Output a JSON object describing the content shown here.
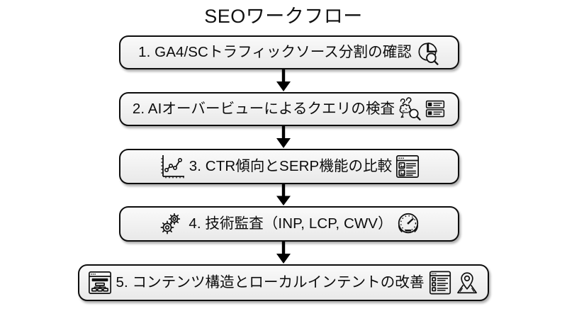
{
  "diagram": {
    "title": "SEOワークフロー",
    "type": "vertical-flowchart",
    "background_color": "#ffffff",
    "node_border_color": "#0d0d0d",
    "node_fill_color": "#f2f2f2",
    "text_color": "#111111",
    "arrow_color": "#000000",
    "steps": [
      {
        "number": "1.",
        "label": "1. GA4/SCトラフィックソース分割の確認",
        "icons_left": [],
        "icons_right": [
          "pie-chart-magnifier-icon"
        ]
      },
      {
        "number": "2.",
        "label": "2. AIオーバービューによるクエリの検査",
        "icons_left": [],
        "icons_right": [
          "brain-question-search-icon",
          "search-results-panel-icon"
        ]
      },
      {
        "number": "3.",
        "label": "3. CTR傾向とSERP機能の比較",
        "icons_left": [
          "line-chart-icon"
        ],
        "icons_right": [
          "serp-layout-icon"
        ]
      },
      {
        "number": "4.",
        "label": "4. 技術監査（INP, LCP, CWV）",
        "icons_left": [
          "gears-icon"
        ],
        "icons_right": [
          "speedometer-icon"
        ]
      },
      {
        "number": "5.",
        "label": "5. コンテンツ構造とローカルインテントの改善",
        "icons_left": [
          "sitemap-icon"
        ],
        "icons_right": [
          "article-list-icon",
          "map-pin-icon"
        ]
      }
    ],
    "connectors": [
      {
        "from": "1",
        "to": "2",
        "shape": "down-arrow"
      },
      {
        "from": "2",
        "to": "3",
        "shape": "down-arrow"
      },
      {
        "from": "3",
        "to": "4",
        "shape": "down-arrow"
      },
      {
        "from": "4",
        "to": "5",
        "shape": "down-arrow"
      }
    ]
  }
}
